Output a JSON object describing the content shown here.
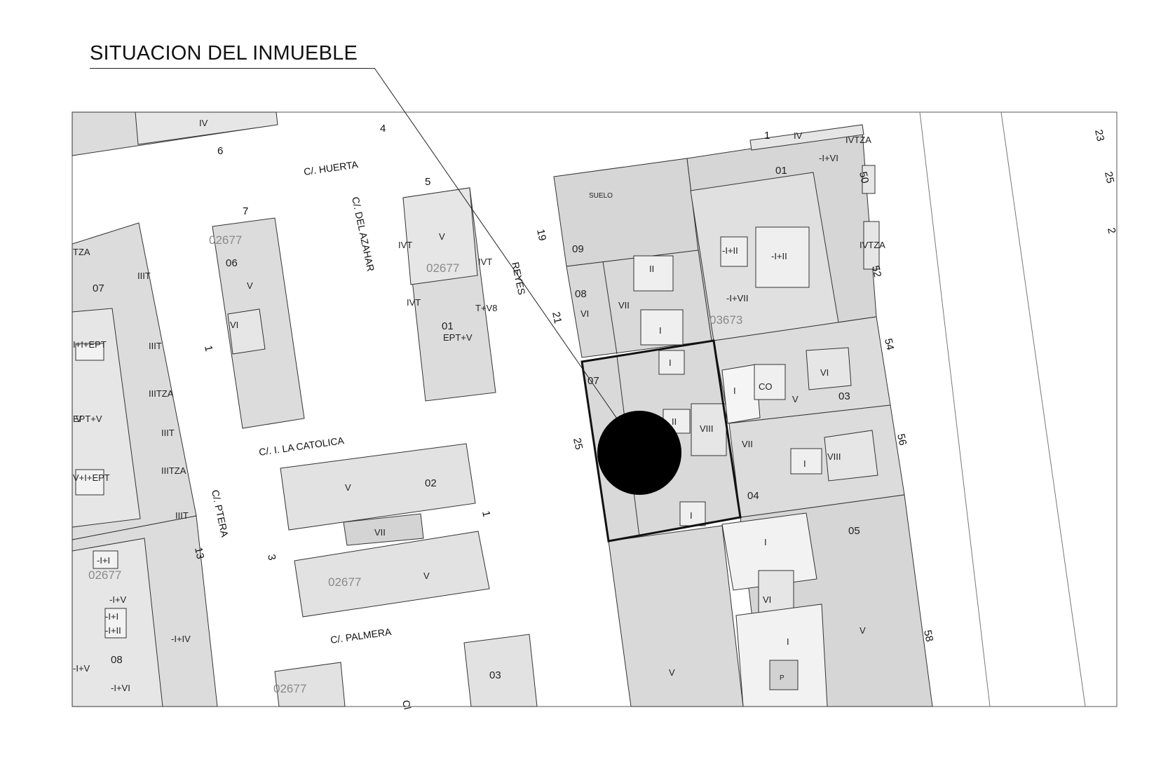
{
  "title": "SITUACION DEL INMUEBLE",
  "colors": {
    "parcel_fill": "#dcdcdc",
    "building_fill": "#e6e6e6",
    "highlight_outline": "#111111",
    "marker": "#000000"
  },
  "streets": {
    "huerta": "C/. HUERTA",
    "azahar": "C/. DEL AZAHAR",
    "reyes": "REYES",
    "catolica": "C/. I. LA CATOLICA",
    "ptera": "C/. PTERA",
    "palmera": "C/. PALMERA",
    "cl_partial": "Cl"
  },
  "refs": {
    "r1": "02677",
    "r2": "02677",
    "r3": "02677",
    "r4": "02677",
    "r5": "02677",
    "r6": "03673"
  },
  "house_numbers": {
    "n4": "4",
    "n6": "6",
    "n5": "5",
    "n7": "7",
    "n1a": "1",
    "n1b": "1",
    "n1c": "1",
    "n19": "19",
    "n21": "21",
    "n25": "25",
    "n3": "3",
    "n13": "13",
    "n50": "50",
    "n52": "52",
    "n54": "54",
    "n56": "56",
    "n58": "58",
    "n23": "23",
    "n25b": "25",
    "n2": "2"
  },
  "parcels": {
    "p01a": "01",
    "p01b": "01",
    "p02": "02",
    "p03a": "03",
    "p03b": "03",
    "p04": "04",
    "p05": "05",
    "p06": "06",
    "p07a": "07",
    "p07b": "07",
    "p08a": "08",
    "p08b": "08",
    "p09": "09"
  },
  "floors": {
    "f_iv": "IV",
    "f_iv2": "IV",
    "f_ivtza1": "IVTZA",
    "f_ivtza2": "IVTZA",
    "f_iviv": "-I+VI",
    "f_suelo": "SUELO",
    "f_i_ii": "-I+II",
    "f_i_ii2": "-I+II",
    "f_i_vii": "-I+VII",
    "f_ii1": "II",
    "f_i1": "I",
    "f_vii1": "VII",
    "f_vi1": "VI",
    "f_i2": "I",
    "f_ii2": "II",
    "f_viii": "VIII",
    "f_i3": "I",
    "f_i4": "I",
    "f_co": "CO",
    "f_vi2": "VI",
    "f_v1": "V",
    "f_vii2": "VII",
    "f_i5": "I",
    "f_viii2": "VIII",
    "f_i6": "I",
    "f_vi3": "VI",
    "f_i7": "I",
    "f_v2": "V",
    "f_v3": "V",
    "f_p": "P",
    "f_v4": "V",
    "f_ivt": "IVT",
    "f_tv8": "T+V8",
    "f_ivt2": "IVT",
    "f_ivt3": "IVT",
    "f_eptv": "EPT+V",
    "f_v5": "V",
    "f_vi4": "VI",
    "f_v6": "V",
    "f_v7": "V",
    "f_vii3": "VII",
    "f_v8": "V",
    "f_iit": "IIIT",
    "f_iit2": "IIIT",
    "f_iitza": "IIITZA",
    "f_iit3": "IIIT",
    "f_iitza2": "IIITZA",
    "f_iit4": "IIIT",
    "f_iiei": "I+I+EPT",
    "f_ept": "EPT+V",
    "f_iiei2": "V+I+EPT",
    "f_mi": "-I+I",
    "f_miv": "-I+V",
    "f_mi2": "-I+I",
    "f_mii": "-I+II",
    "f_miv2": "-I+IV",
    "f_miv3": "-I+V",
    "f_mivi": "-I+VI",
    "f_za": "TZA"
  }
}
